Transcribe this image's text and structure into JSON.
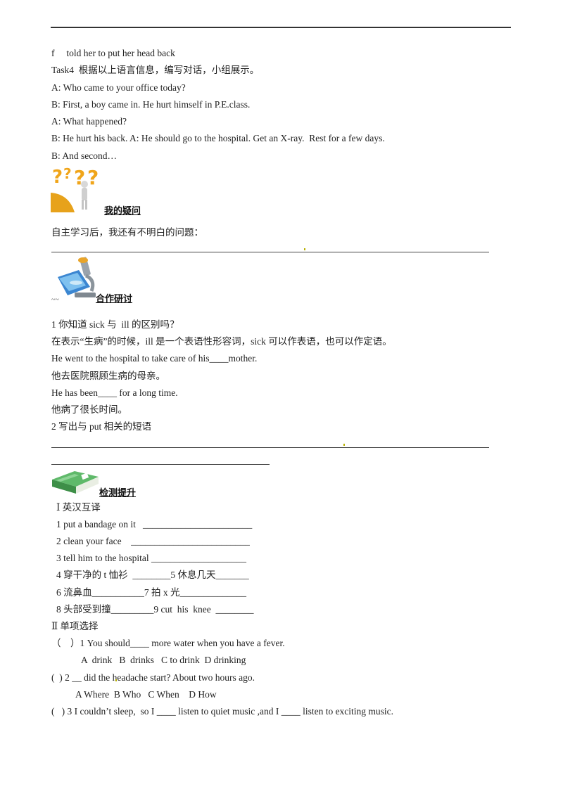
{
  "lines_top": {
    "f_line": "f     told her to put her head back",
    "task4": "Task4  根据以上语言信息，编写对话，小组展示。",
    "a1": "A: Who came to your office today?",
    "b1": "B: First, a boy came in. He hurt himself in P.E.class.",
    "a2": "A: What happened?",
    "b2": "B: He hurt his back. A: He should go to the hospital. Get an X-ray.  Rest for a few days.",
    "b3": "B: And second…"
  },
  "questions_section": {
    "title": "我的疑问",
    "icon": "question-marks-icon",
    "prompt": "自主学习后，我还有不明白的问题："
  },
  "discussion_section": {
    "title": "合作研讨",
    "icon": "microscope-icon",
    "tilde": "~~",
    "q1": "1 你知道 sick 与  ill 的区别吗？",
    "explain": "在表示“生病”的时候，ill 是一个表语性形容词，sick 可以作表语，也可以作定语。",
    "ex1": "He went to the hospital to take care of his____mother.",
    "ex1_cn": "他去医院照顾生病的母亲。",
    "ex2": "He has been____ for a long time.",
    "ex2_cn": "他病了很长时间。",
    "q2": "2 写出与 put 相关的短语"
  },
  "test_section": {
    "title": "检测提升",
    "icon": "book-icon",
    "part1_title": "Ⅰ 英汉互译",
    "items": [
      "1 put a bandage on it   _______________________",
      "2 clean your face    _________________________",
      "3 tell him to the hospital ____________________",
      "4 穿干净的 t 恤衫  ________5 休息几天_______",
      "6 流鼻血___________7 拍 x 光______________",
      "8 头部受到撞_________9 cut  his  knee  ________"
    ],
    "part2_title": "Ⅱ 单项选择",
    "mc1": "（    ）1 You should____ more water when you have a fever.",
    "mc1_opts": "A  drink   B  drinks   C to drink  D drinking",
    "mc2": "(  ) 2 __ did the headache start? About two hours ago.",
    "mc2_opts": "A Where  B Who   C When    D How",
    "mc3": "(   ) 3 I couldn’t sleep,  so I ____ listen to quiet music ,and I ____ listen to exciting music."
  }
}
